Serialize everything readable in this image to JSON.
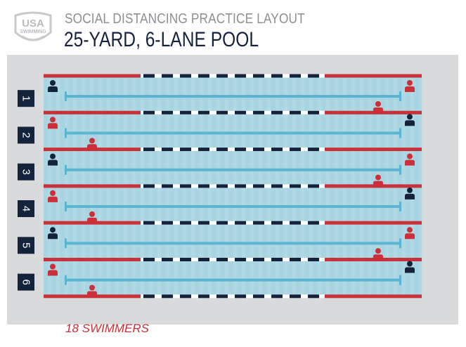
{
  "header": {
    "logo_text": [
      "USA",
      "SWIMMING"
    ],
    "subtitle": "SOCIAL DISTANCING PRACTICE LAYOUT",
    "title": "25-YARD, 6-LANE POOL"
  },
  "footer": {
    "swimmer_count": "18 SWIMMERS"
  },
  "colors": {
    "water": "#a9d4e2",
    "water_stripe": "#b7dce8",
    "lane_line_red": "#c9313b",
    "lane_line_navy": "#15223c",
    "lane_marker": "#5bb4d2",
    "deck": "#d9dadb",
    "swimmer_red": "#cc2f38",
    "swimmer_navy": "#15223c"
  },
  "lanes": [
    {
      "label": "1",
      "swimmers": [
        {
          "color": "navy",
          "pos": "wall-left"
        },
        {
          "color": "red",
          "pos": "wall-right"
        },
        {
          "color": "red",
          "pos": "near-right"
        }
      ]
    },
    {
      "label": "2",
      "swimmers": [
        {
          "color": "red",
          "pos": "wall-left"
        },
        {
          "color": "navy",
          "pos": "wall-right"
        },
        {
          "color": "red",
          "pos": "near-left"
        }
      ]
    },
    {
      "label": "3",
      "swimmers": [
        {
          "color": "navy",
          "pos": "wall-left"
        },
        {
          "color": "red",
          "pos": "wall-right"
        },
        {
          "color": "red",
          "pos": "near-right"
        }
      ]
    },
    {
      "label": "4",
      "swimmers": [
        {
          "color": "red",
          "pos": "wall-left"
        },
        {
          "color": "navy",
          "pos": "wall-right"
        },
        {
          "color": "red",
          "pos": "near-left"
        }
      ]
    },
    {
      "label": "5",
      "swimmers": [
        {
          "color": "navy",
          "pos": "wall-left"
        },
        {
          "color": "red",
          "pos": "wall-right"
        },
        {
          "color": "red",
          "pos": "near-right"
        }
      ]
    },
    {
      "label": "6",
      "swimmers": [
        {
          "color": "red",
          "pos": "wall-left"
        },
        {
          "color": "navy",
          "pos": "wall-right"
        },
        {
          "color": "red",
          "pos": "near-left"
        }
      ]
    }
  ]
}
